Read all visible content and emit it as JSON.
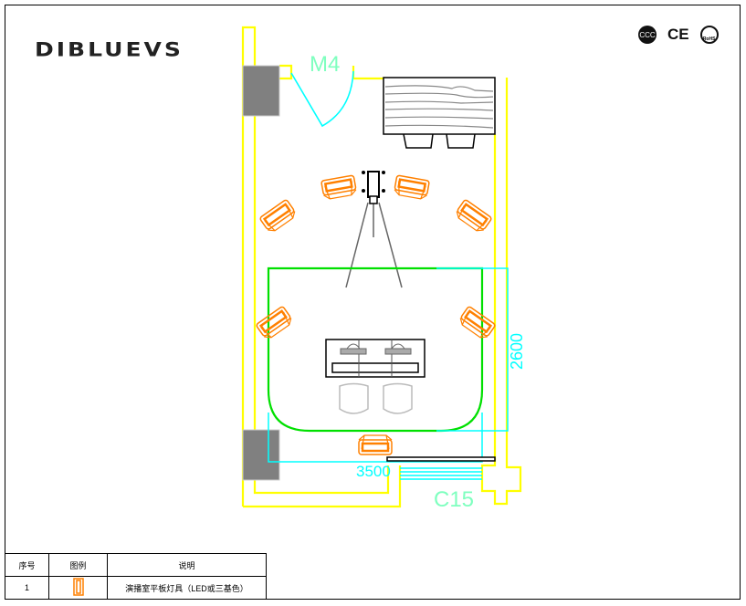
{
  "brand": {
    "logo_text": "DIBLUEVS"
  },
  "certifications": [
    "CCC",
    "CE",
    "RoHS"
  ],
  "plan": {
    "door_label": "M4",
    "window_label": "C15",
    "dimension_width": "3500",
    "dimension_depth": "2600"
  },
  "legend_table": {
    "headers": [
      "序号",
      "图例",
      "说明"
    ],
    "rows": [
      {
        "index": "1",
        "description": "演播室平板灯具（LED或三基色）"
      }
    ]
  },
  "colors": {
    "wall": "#ffff00",
    "light": "#ff8000",
    "green_area": "#00e000",
    "dimension": "#00ffff",
    "label": "#7fffbf"
  }
}
